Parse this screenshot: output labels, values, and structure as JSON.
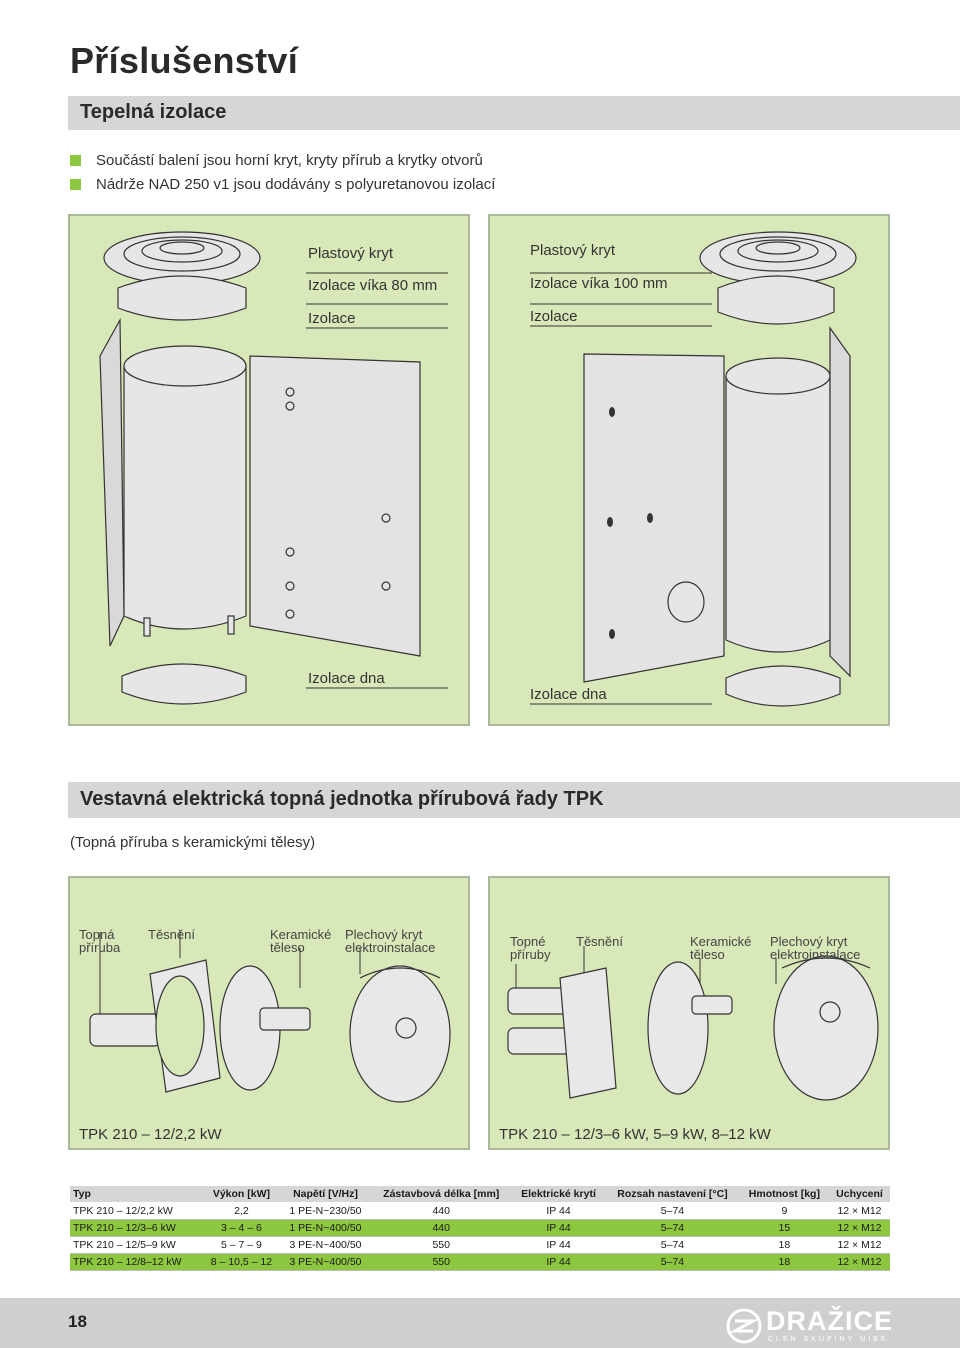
{
  "page": {
    "title": "Příslušenství",
    "number": "18"
  },
  "insulation": {
    "heading": "Tepelná izolace",
    "bullets": [
      "Součástí balení jsou horní kryt, kryty přírub a krytky otvorů",
      "Nádrže NAD 250 v1 jsou dodávány s polyuretanovou izolací"
    ],
    "left_panel": {
      "labels": [
        "Plastový kryt",
        "Izolace víka 80 mm",
        "Izolace",
        "Izolace dna"
      ]
    },
    "right_panel": {
      "labels": [
        "Plastový kryt",
        "Izolace víka 100 mm",
        "Izolace",
        "Izolace dna"
      ]
    }
  },
  "heater": {
    "heading": "Vestavná elektrická topná jednotka přírubová řady TPK",
    "subtitle": "(Topná příruba s keramickými tělesy)",
    "left_panel": {
      "labels": [
        "Topná\npříruba",
        "Těsnění",
        "Keramické\ntěleso",
        "Plechový kryt\nelektroinstalace"
      ],
      "caption": "TPK 210 – 12/2,2 kW"
    },
    "right_panel": {
      "labels": [
        "Topné\npříruby",
        "Těsnění",
        "Keramické\ntěleso",
        "Plechový kryt\nelektroinstalace"
      ],
      "caption": "TPK 210 – 12/3–6 kW, 5–9 kW, 8–12 kW"
    }
  },
  "spec_table": {
    "headers": [
      "Typ",
      "Výkon [kW]",
      "Napětí [V/Hz]",
      "Zástavbová délka [mm]",
      "Elektrické krytí",
      "Rozsah nastavení [°C]",
      "Hmotnost [kg]",
      "Uchycení"
    ],
    "rows": [
      [
        "TPK 210 – 12/2,2 kW",
        "2,2",
        "1 PE-N~230/50",
        "440",
        "IP 44",
        "5–74",
        "9",
        "12 × M12"
      ],
      [
        "TPK 210 – 12/3–6 kW",
        "3 – 4 – 6",
        "1 PE-N~400/50",
        "440",
        "IP 44",
        "5–74",
        "15",
        "12 × M12"
      ],
      [
        "TPK 210 – 12/5–9 kW",
        "5 – 7 – 9",
        "3 PE-N~400/50",
        "550",
        "IP 44",
        "5–74",
        "18",
        "12 × M12"
      ],
      [
        "TPK 210 – 12/8–12 kW",
        "8 – 10,5 – 12",
        "3 PE-N~400/50",
        "550",
        "IP 44",
        "5–74",
        "18",
        "12 × M12"
      ]
    ]
  },
  "logo": {
    "name": "DRAŽICE",
    "tagline": "ČLEN SKUPINY NIBE",
    "icon": "drazice-logo-icon"
  },
  "colors": {
    "accent_green": "#8dc63f",
    "panel_green": "#d8e8b8",
    "bar_gray": "#d6d6d6"
  }
}
